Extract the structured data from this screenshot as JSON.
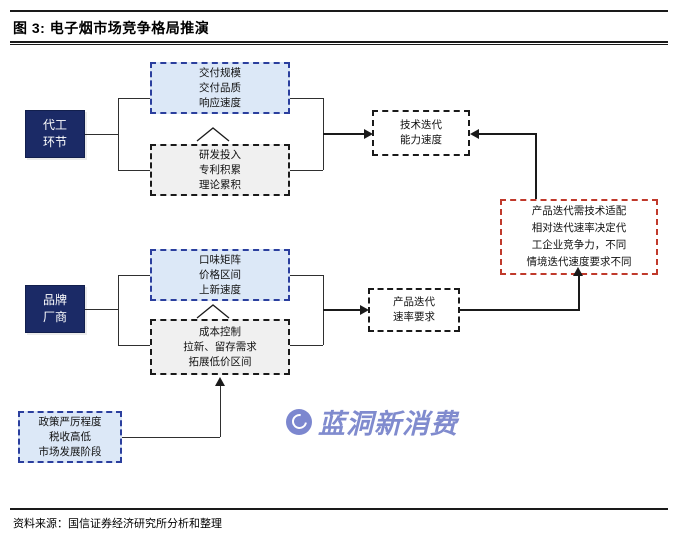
{
  "figure": {
    "title": "图 3:  电子烟市场竞争格局推演",
    "source_note": "资料来源：国信证券经济研究所分析和整理"
  },
  "watermark": {
    "text": "蓝洞新消费",
    "logo_icon": "blue-hole-circle-logo",
    "color": "#6f7cc8"
  },
  "colors": {
    "role_box_fill": "#1b2a66",
    "blue_dash_border": "#2b3f9e",
    "blue_box_fill": "#dce8f7",
    "gray_box_fill": "#f0f0f0",
    "red_dash_border": "#c0392b",
    "connector": "#2f2f2f"
  },
  "nodes": {
    "oem_role": {
      "lines": [
        "代工",
        "环节"
      ]
    },
    "oem_delivery": {
      "lines": [
        "交付规模",
        "交付品质",
        "响应速度"
      ]
    },
    "oem_rnd": {
      "lines": [
        "研发投入",
        "专利积累",
        "理论累积"
      ]
    },
    "tech_iteration": {
      "lines": [
        "技术迭代",
        "能力速度"
      ]
    },
    "brand_role": {
      "lines": [
        "品牌",
        "厂商"
      ]
    },
    "brand_product": {
      "lines": [
        "口味矩阵",
        "价格区间",
        "上新速度"
      ]
    },
    "brand_cost": {
      "lines": [
        "成本控制",
        "拉新、留存需求",
        "拓展低价区间"
      ]
    },
    "product_iteration": {
      "lines": [
        "产品迭代",
        "速率要求"
      ]
    },
    "policy_env": {
      "lines": [
        "政策严厉程度",
        "税收高低",
        "市场发展阶段"
      ]
    },
    "summary": {
      "lines": [
        "产品迭代需技术适配",
        "相对迭代速率决定代",
        "工企业竞争力，不同",
        "情境迭代速度要求不同"
      ]
    }
  }
}
